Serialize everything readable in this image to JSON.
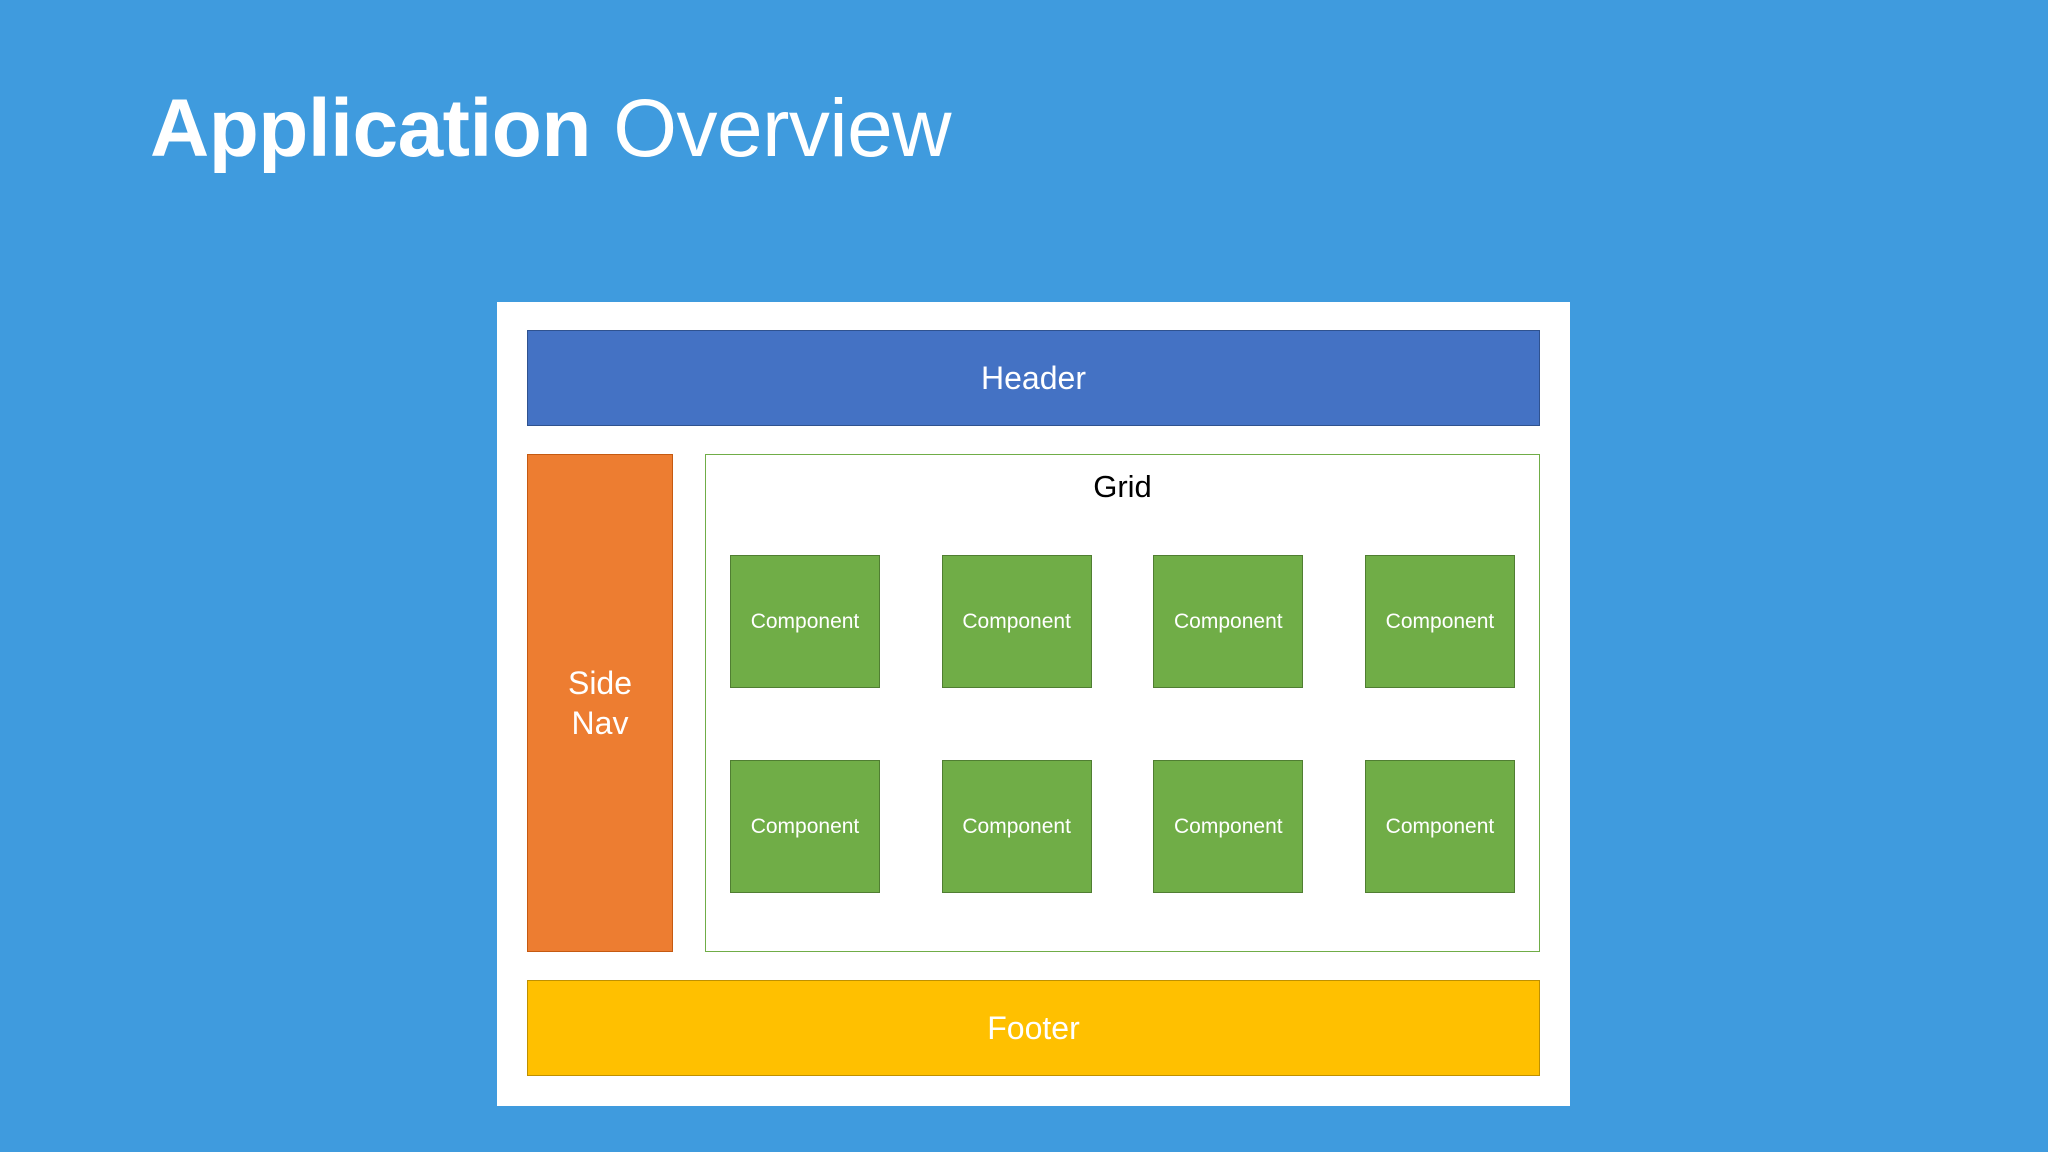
{
  "slide": {
    "title_strong": "Application",
    "title_light": " Overview",
    "background_color": "#3f9bde"
  },
  "card": {
    "background_color": "#ffffff",
    "header": {
      "label": "Header",
      "fill_color": "#4472c4",
      "border_color": "#2f528f",
      "text_color": "#ffffff"
    },
    "side_nav": {
      "label": "Side\nNav",
      "fill_color": "#ed7d31",
      "border_color": "#c55a11",
      "text_color": "#ffffff"
    },
    "grid": {
      "title": "Grid",
      "title_color": "#000000",
      "border_color": "#70ad47",
      "fill_color": "#ffffff",
      "component_fill_color": "#70ad47",
      "component_border_color": "#507e32",
      "component_text_color": "#ffffff",
      "rows": [
        {
          "components": [
            {
              "label": "Component"
            },
            {
              "label": "Component"
            },
            {
              "label": "Component"
            },
            {
              "label": "Component"
            }
          ]
        },
        {
          "components": [
            {
              "label": "Component"
            },
            {
              "label": "Component"
            },
            {
              "label": "Component"
            },
            {
              "label": "Component"
            }
          ]
        }
      ]
    },
    "footer": {
      "label": "Footer",
      "fill_color": "#ffc000",
      "border_color": "#bf9000",
      "text_color": "#ffffff"
    }
  }
}
